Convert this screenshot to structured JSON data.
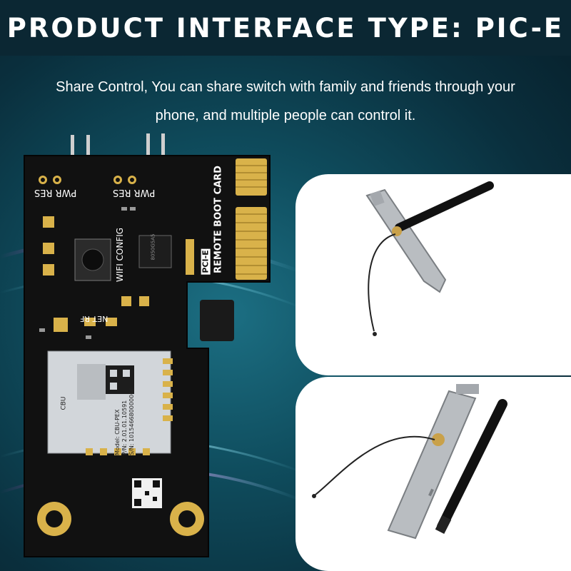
{
  "header": {
    "title": "PRODUCT INTERFACE TYPE: PIC-E",
    "subtitle_line1": "Share Control, You can share switch with family and friends through your",
    "subtitle_line2": "phone, and multiple people can control it."
  },
  "board": {
    "header_labels": [
      "PWR",
      "RES",
      "PWR",
      "RES"
    ],
    "card_label": "REMOTE BOOT CARD",
    "pcie_label": "PCI-E",
    "button_label": "WIFI CONFIG",
    "led_labels": [
      "NET",
      "RF"
    ],
    "module_label": "CBU",
    "module_model": "Model: CBU-PEX",
    "module_pn": "P/N: 2.01.01.10591",
    "module_sn": "S/N: 101546680000066",
    "chip_text": "8050G5A5"
  },
  "colors": {
    "pcb": "#111111",
    "gold": "#d9b24a",
    "accent_cyan": "#22d3ee",
    "title_bar": "#0b2733"
  }
}
